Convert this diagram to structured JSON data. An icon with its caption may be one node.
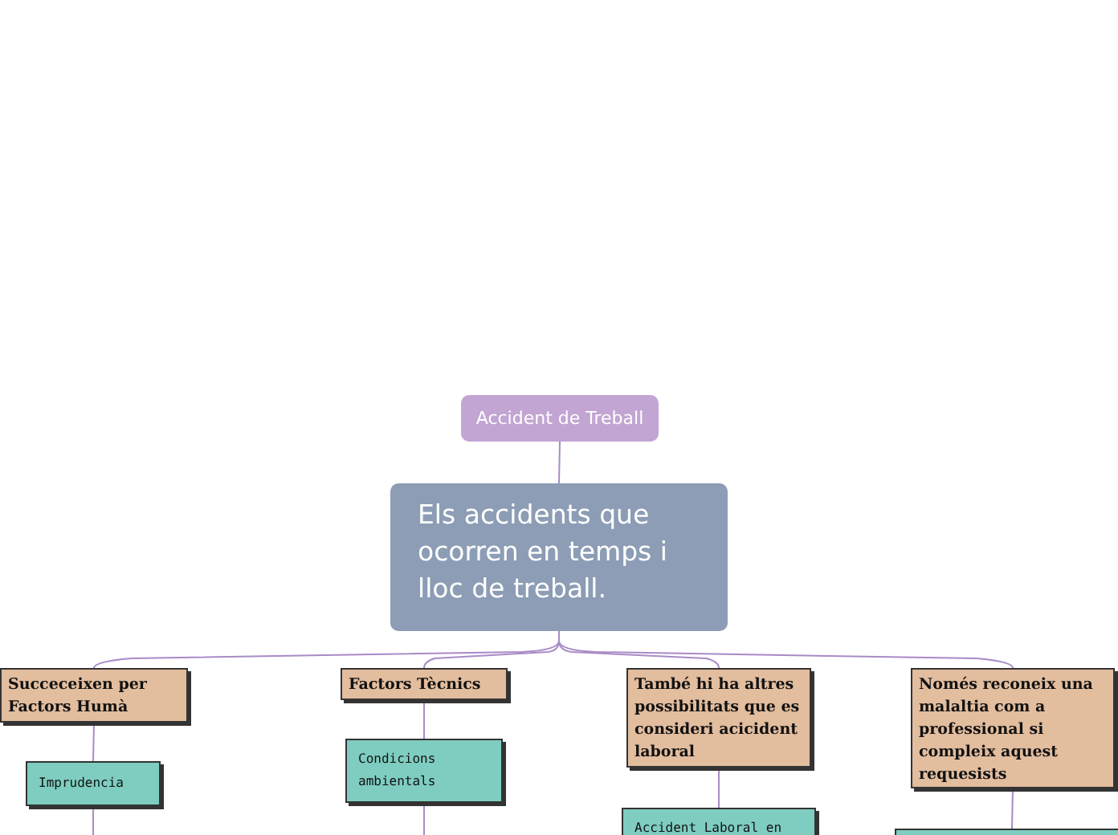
{
  "diagram": {
    "nodes": [
      {
        "text": [
          "Accident de Treball"
        ]
      },
      {
        "text": [
          "Els accidents que ocorren en temps i lloc de treball."
        ]
      },
      {
        "text": [
          "Succeceixen per Factors Humà"
        ]
      },
      {
        "text": [
          "Factors Tècnics"
        ]
      },
      {
        "text": [
          "També hi ha altres possibilitats que es consideri acicident laboral"
        ]
      },
      {
        "text": [
          "Només reconeix una malaltia com a professional si compleix aquest requesists"
        ]
      },
      {
        "text": [
          "Imprudencia"
        ]
      },
      {
        "text": [
          "Condicions ambientals"
        ]
      },
      {
        "text": [
          "Accident Laboral en"
        ]
      },
      {
        "text": [],
        "shape": "box"
      }
    ],
    "edges": [
      {
        "from": 0,
        "to": 1,
        "arrow": "none"
      },
      {
        "from": 1,
        "to": 2,
        "arrow": "none"
      },
      {
        "from": 1,
        "to": 3,
        "arrow": "none"
      },
      {
        "from": 1,
        "to": 4,
        "arrow": "none"
      },
      {
        "from": 1,
        "to": 5,
        "arrow": "none"
      },
      {
        "from": 2,
        "to": 6,
        "arrow": "none"
      },
      {
        "from": 3,
        "to": 7,
        "arrow": "none"
      },
      {
        "from": 4,
        "to": 8,
        "arrow": "none"
      },
      {
        "from": 5,
        "to": 9,
        "arrow": "none"
      },
      {
        "from": 6,
        "to": null,
        "arrow": "none"
      },
      {
        "from": 7,
        "to": null,
        "arrow": "none"
      }
    ]
  }
}
